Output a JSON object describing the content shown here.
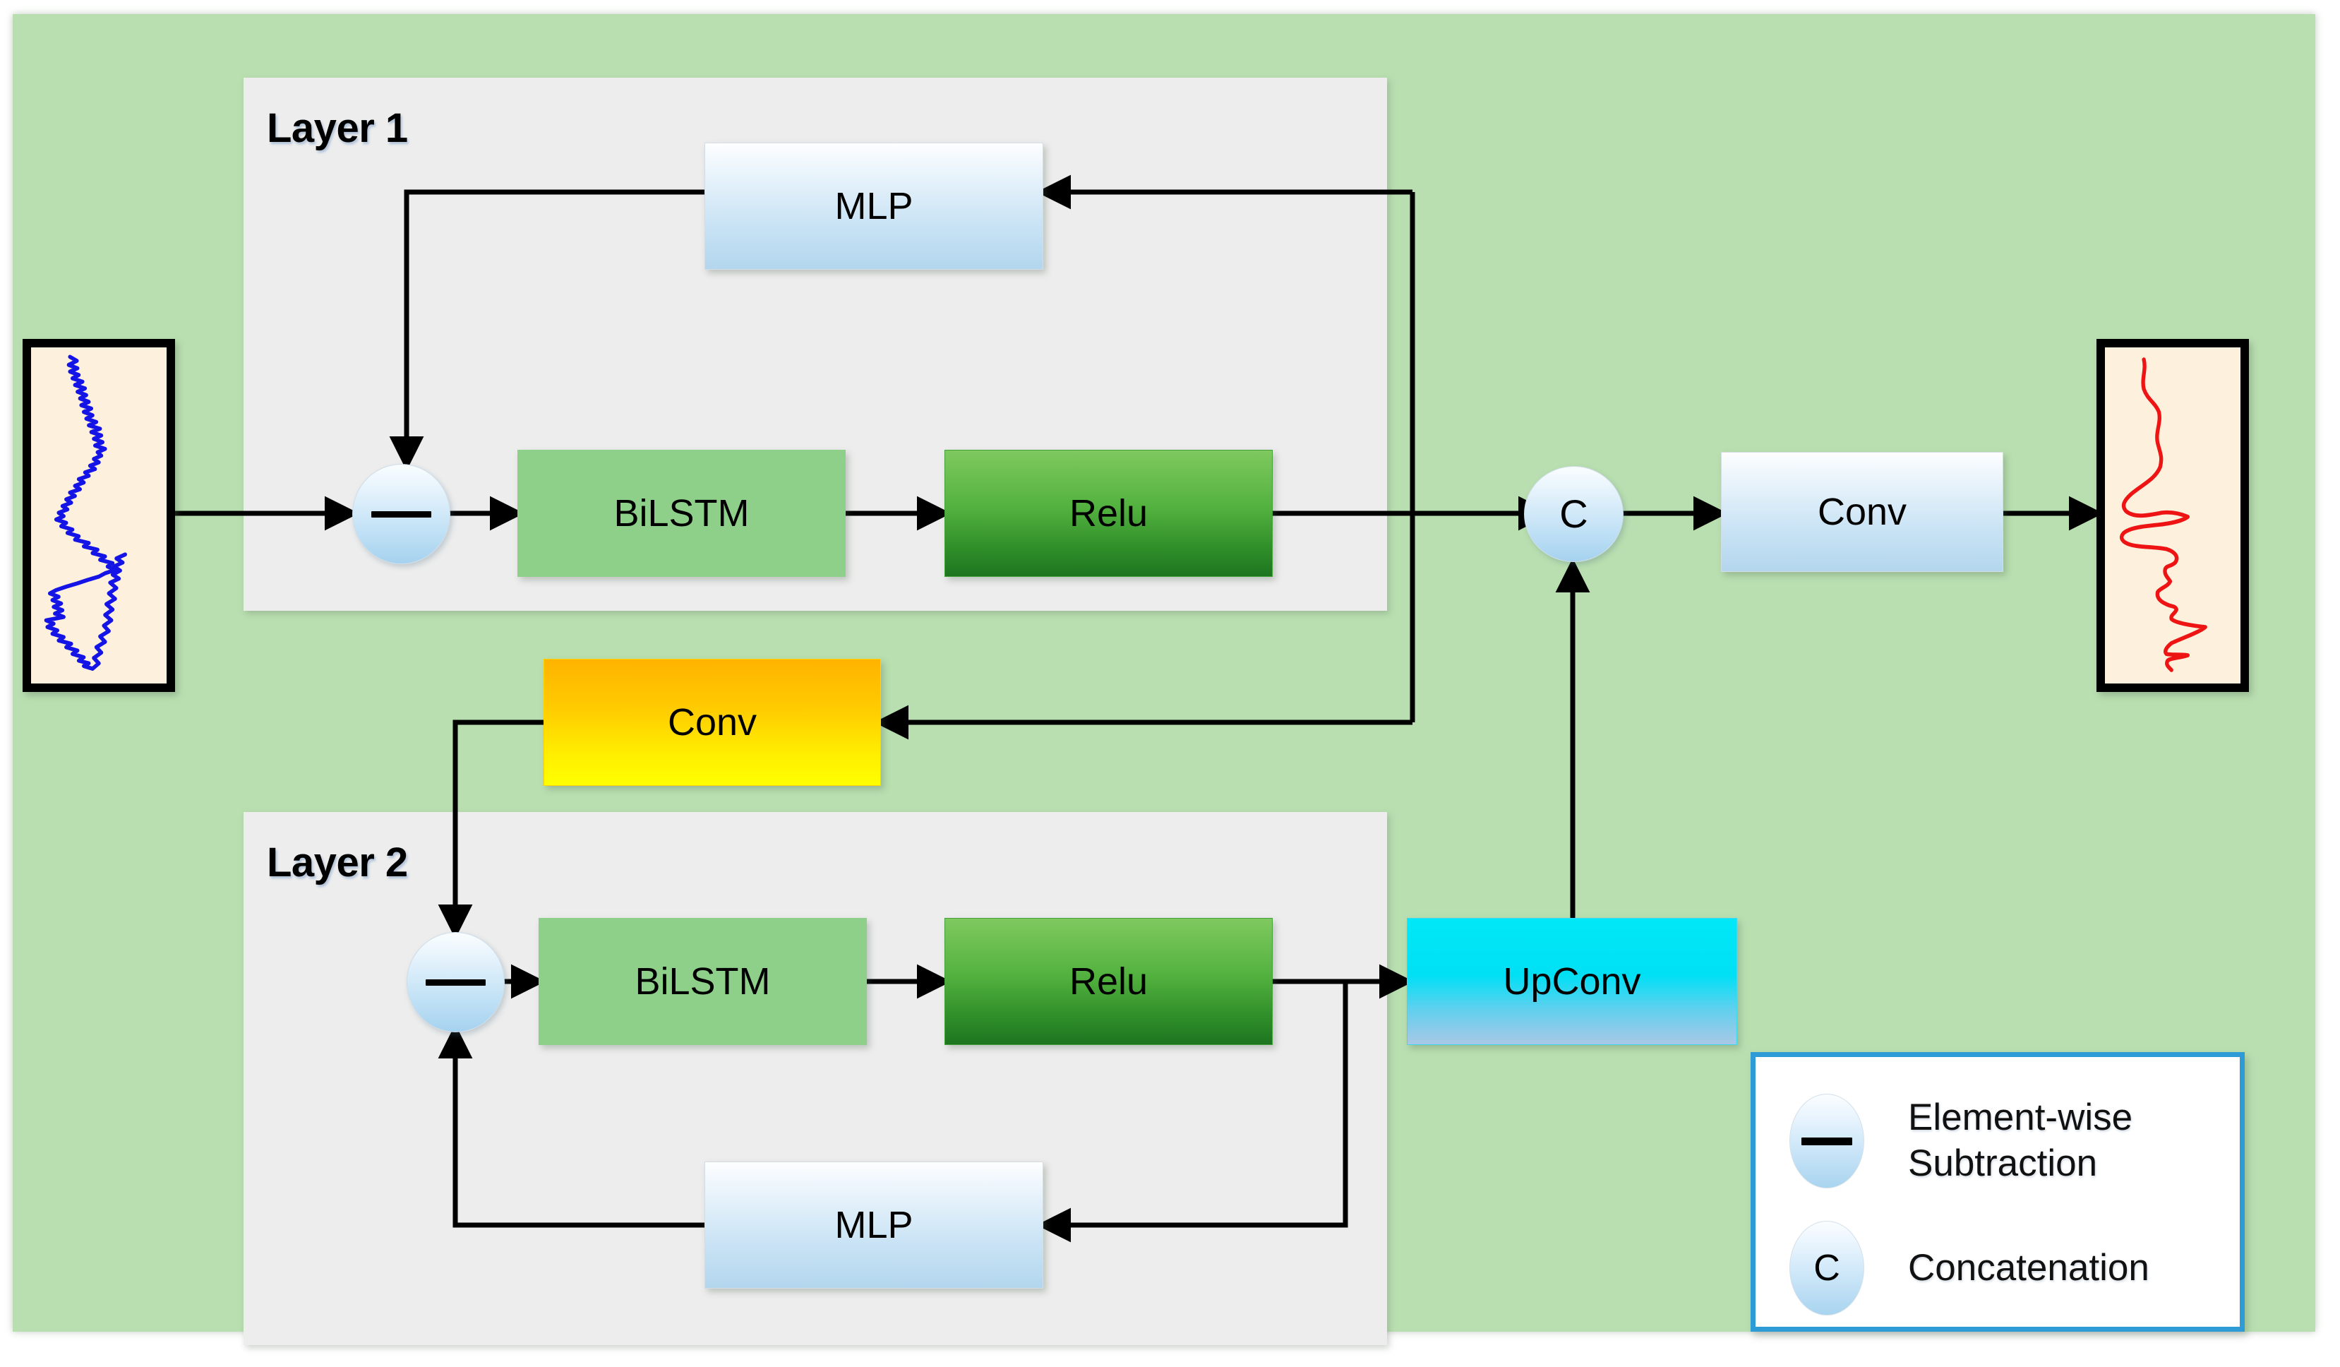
{
  "canvas": {
    "background_color": "#b9dfb0",
    "panel_color": "#ededed"
  },
  "layers": [
    {
      "id": "layer-1",
      "title": "Layer 1"
    },
    {
      "id": "layer-2",
      "title": "Layer 2"
    }
  ],
  "nodes": {
    "layer1_mlp": {
      "label": "MLP",
      "style": "blue-gradient"
    },
    "layer1_subtract": {
      "label": "−",
      "style": "blue-circle"
    },
    "layer1_bilstm": {
      "label": "BiLSTM",
      "style": "green-flat"
    },
    "layer1_relu": {
      "label": "Relu",
      "style": "green-gradient"
    },
    "conv_yellow": {
      "label": "Conv",
      "style": "yellow-gradient"
    },
    "layer2_subtract": {
      "label": "−",
      "style": "blue-circle"
    },
    "layer2_bilstm": {
      "label": "BiLSTM",
      "style": "green-flat"
    },
    "layer2_relu": {
      "label": "Relu",
      "style": "green-gradient"
    },
    "layer2_mlp": {
      "label": "MLP",
      "style": "blue-gradient"
    },
    "upconv": {
      "label": "UpConv",
      "style": "cyan-gradient"
    },
    "concat": {
      "label": "C",
      "style": "blue-circle"
    },
    "conv_out": {
      "label": "Conv",
      "style": "blue-gradient"
    }
  },
  "input_panel": {
    "name": "input-well-log",
    "curve_color": "#1414e6",
    "background_color": "#fdf0dc",
    "description": "noisy well log curve"
  },
  "output_panel": {
    "name": "output-well-log",
    "curve_color": "#ee1414",
    "background_color": "#fdf0dc",
    "description": "denoised well log curve"
  },
  "legend": {
    "border_color": "#2e9bd6",
    "items": [
      {
        "symbol": "minus",
        "label": "Element-wise\nSubtraction"
      },
      {
        "symbol": "C",
        "label": "Concatenation"
      }
    ]
  }
}
